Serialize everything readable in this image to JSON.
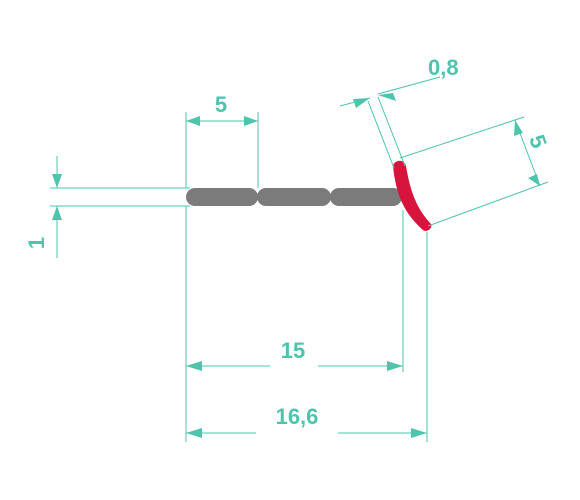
{
  "drawing": {
    "colors": {
      "dimension": "#4fc4ad",
      "strip": "#7b7b7b",
      "seal_lip": "#d6143c",
      "background": "#ffffff"
    },
    "dimensions": {
      "segment_width": "5",
      "thickness": "1",
      "lip_thickness": "0,8",
      "lip_length": "5",
      "base_length": "15",
      "overall_length": "16,6"
    }
  }
}
